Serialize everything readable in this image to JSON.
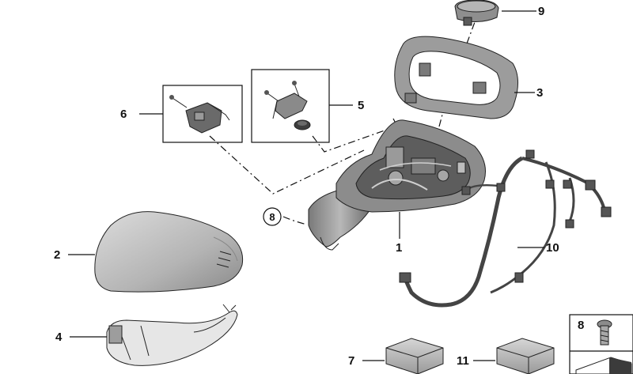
{
  "callouts": {
    "c1": "1",
    "c2": "2",
    "c3": "3",
    "c4": "4",
    "c5": "5",
    "c6": "6",
    "c7": "7",
    "c8": "8",
    "c9": "9",
    "c10": "10",
    "c11": "11",
    "c8_circle": "8",
    "c8_inset": "8"
  },
  "colors": {
    "part_light": "#c9c9c9",
    "part_mid": "#a8a8a8",
    "part_dark": "#6e6e6e",
    "part_darker": "#4a4a4a",
    "line": "#111111"
  },
  "icons": {
    "bolt": "bolt-icon",
    "wedge": "wedge-icon"
  }
}
